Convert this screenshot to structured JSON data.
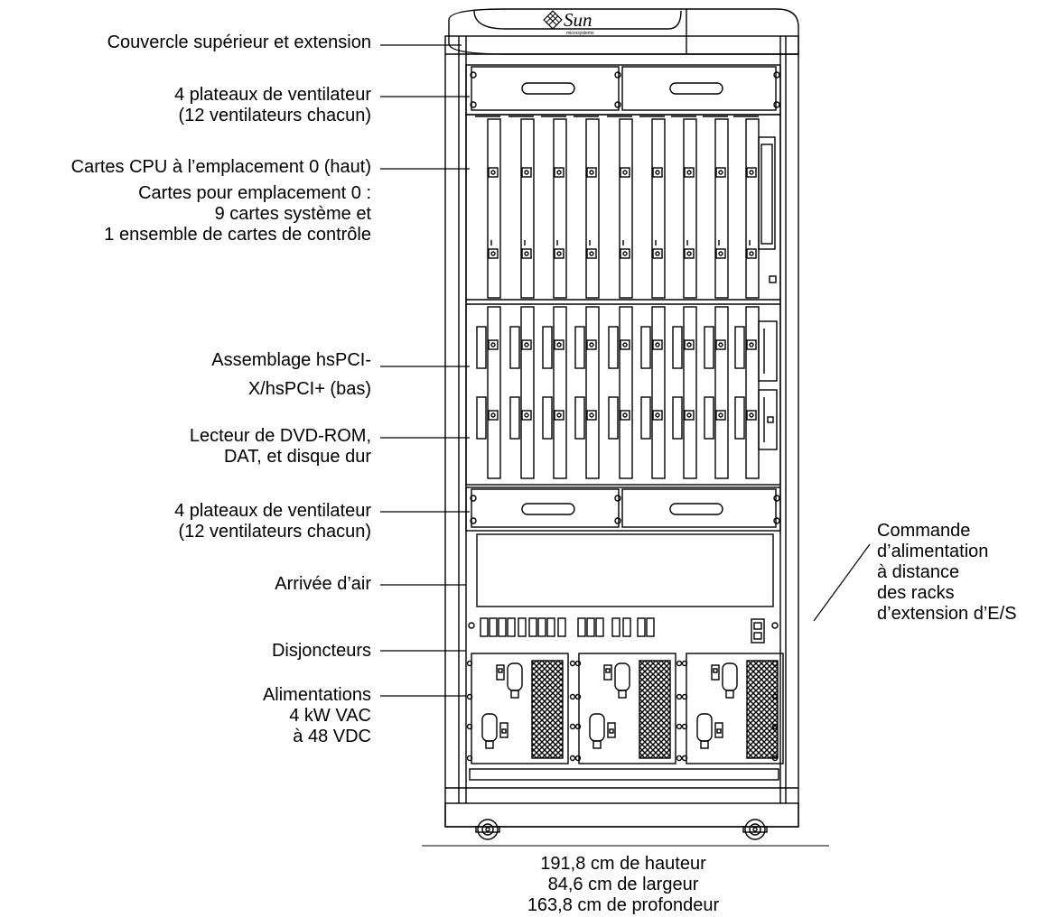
{
  "brand": {
    "logo_text": "Sun",
    "logo_subtext": "microsystems"
  },
  "callouts": {
    "top_cover": [
      "Couvercle supérieur et extension"
    ],
    "fan_trays_top": [
      "4 plateaux de ventilateur",
      "(12 ventilateurs chacun)"
    ],
    "cpu_boards": [
      "Cartes CPU à l’emplacement 0 (haut)"
    ],
    "slot0_boards": [
      "Cartes pour emplacement 0 :",
      "9 cartes système et",
      "1 ensemble de cartes de contrôle"
    ],
    "hspci": [
      "Assemblage hsPCI-",
      "X/hsPCI+ (bas)"
    ],
    "media": [
      "Lecteur de DVD-ROM,",
      "DAT, et disque dur"
    ],
    "fan_trays_bottom": [
      "4 plateaux de ventilateur",
      "(12 ventilateurs chacun)"
    ],
    "air_intake": [
      "Arrivée d’air"
    ],
    "breakers": [
      "Disjoncteurs"
    ],
    "power_supplies": [
      "Alimentations",
      "4 kW VAC",
      "à 48 VDC"
    ],
    "remote_power": [
      "Commande",
      "d’alimentation",
      "à distance",
      "des racks",
      "d’extension d’E/S"
    ]
  },
  "dimensions": [
    "191,8 cm de hauteur",
    "84,6 cm de largeur",
    "163,8 cm de profondeur"
  ]
}
